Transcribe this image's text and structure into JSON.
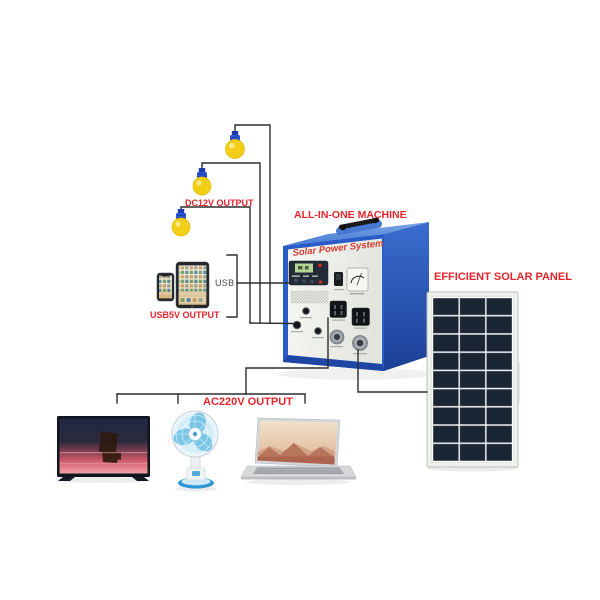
{
  "diagram": {
    "labels": {
      "dc12v_output": "DC12V OUTPUT",
      "all_in_one_machine": "ALL-IN-ONE MACHINE",
      "usb": "USB",
      "usb5v_output": "USB5V OUTPUT",
      "efficient_solar_panel": "EFFICIENT SOLAR PANEL",
      "ac220v_output": "AC220V OUTPUT"
    },
    "machine": {
      "title": "Solar Power System"
    },
    "devices": [
      "light-bulbs",
      "smartphone",
      "tablet",
      "tv",
      "fan",
      "laptop",
      "solar-panel",
      "all-in-one-power-station"
    ],
    "colors": {
      "label_red": "#e8232b",
      "machine_title_red": "#d63a30",
      "machine_blue": "#2a5cc8",
      "bulb_yellow": "#f2cf16",
      "bulb_cap_blue": "#2f55d4",
      "solar_cell_navy": "#1b2634",
      "fan_blue": "#2e96d2",
      "wire": "#2e2e2e",
      "background": "#ffffff"
    }
  }
}
